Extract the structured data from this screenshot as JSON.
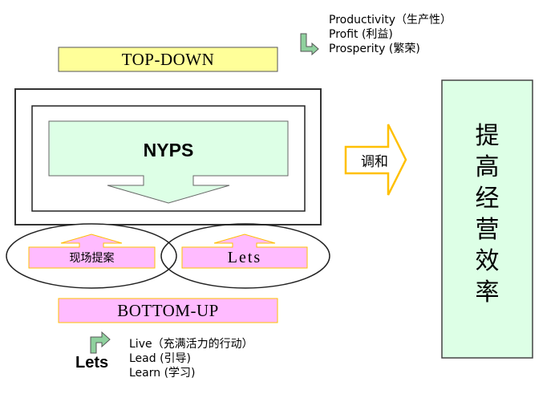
{
  "colors": {
    "yellow_fill": "#ffff99",
    "pink_fill": "#ffbbff",
    "mint_fill": "#ddffe6",
    "orange_border": "#ffc000",
    "green_arrow": "#8fd19e",
    "dark_border": "#333333"
  },
  "top_section": {
    "label": "TOP-DOWN",
    "outcomes": [
      "Productivity（生产性）",
      "Profit (利益)",
      "Prosperity (繁荣)"
    ]
  },
  "center": {
    "main_label": "NYPS"
  },
  "bottom_section": {
    "ovals": [
      {
        "label": "现场提案"
      },
      {
        "label": "Lets"
      }
    ],
    "label": "BOTTOM-UP",
    "logo": "Lets",
    "meanings": [
      "Live（充满活力的行动）",
      "Lead (引导)",
      "Learn (学习)"
    ]
  },
  "connector": {
    "label": "调和"
  },
  "goal": {
    "characters": [
      "提",
      "高",
      "经",
      "营",
      "效",
      "率"
    ]
  }
}
